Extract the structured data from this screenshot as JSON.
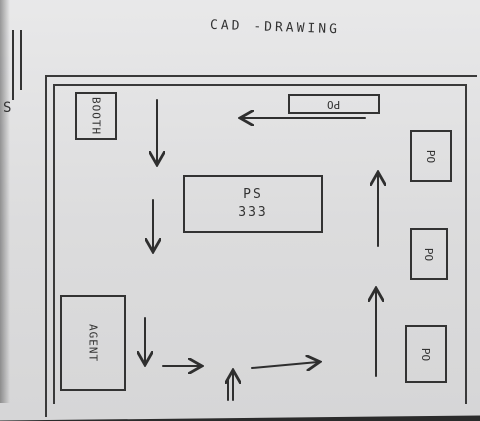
{
  "title": "CAD -DRAWING",
  "booth": "BOOTH",
  "po_top": "PO",
  "po_right_1": "PO",
  "po_right_2": "PO",
  "po_right_3": "PO",
  "ps_label": "PS",
  "ps_number": "333",
  "agent": "AGENT"
}
